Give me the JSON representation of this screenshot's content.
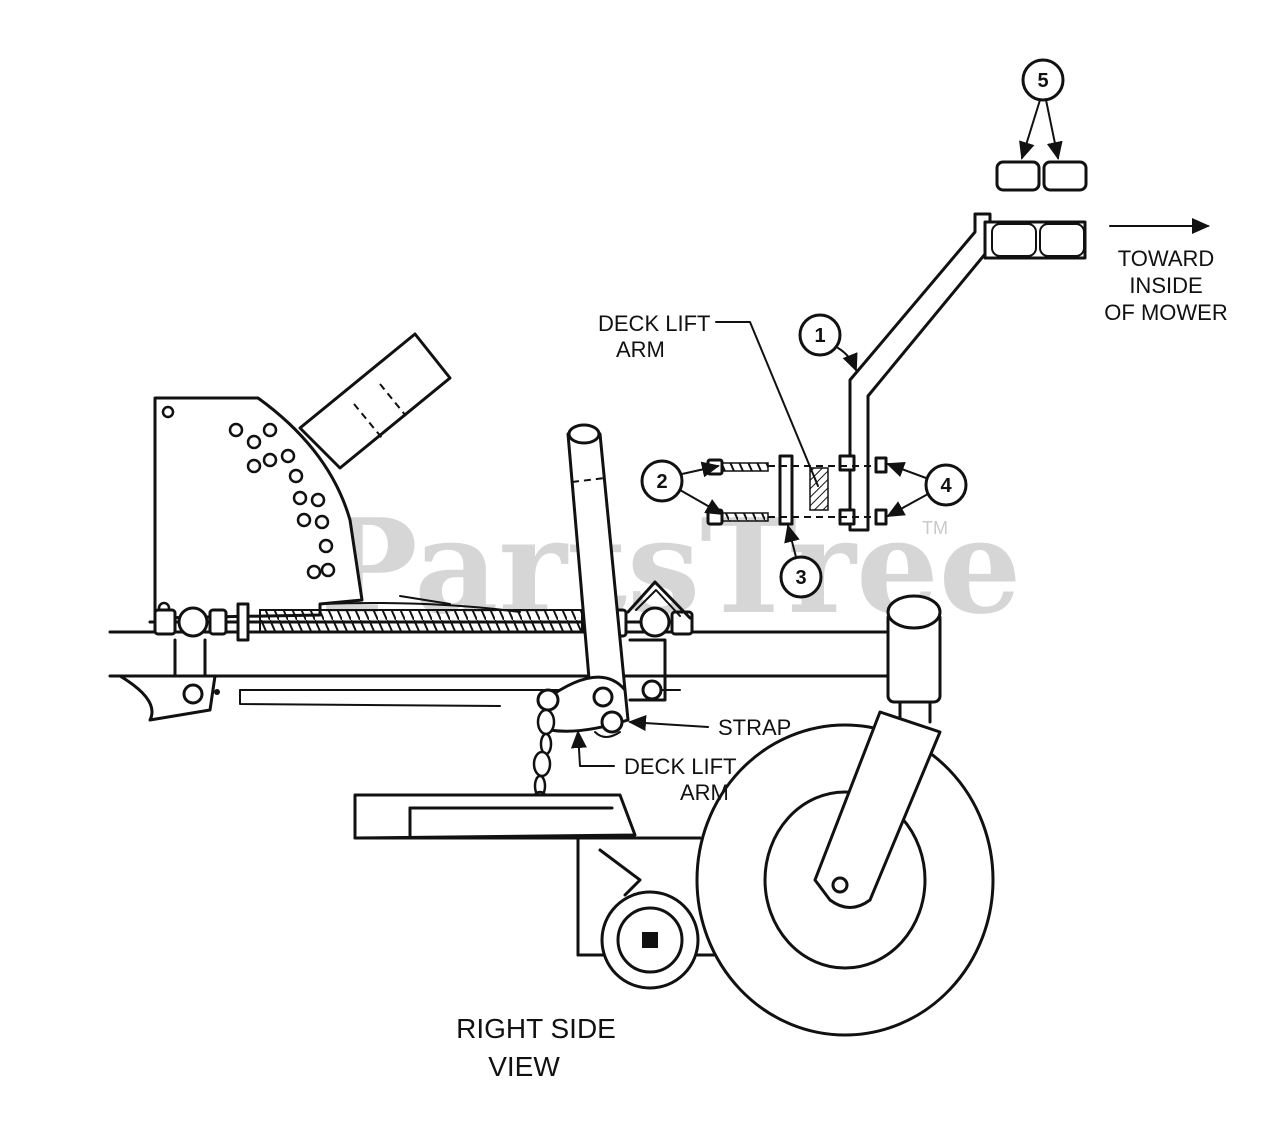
{
  "watermark": {
    "text": "PartsTree",
    "tm": "TM"
  },
  "callouts": [
    {
      "id": "1",
      "text": "1"
    },
    {
      "id": "2",
      "text": "2"
    },
    {
      "id": "3",
      "text": "3"
    },
    {
      "id": "4",
      "text": "4"
    },
    {
      "id": "5",
      "text": "5"
    }
  ],
  "labels": {
    "deck_lift_arm_top": [
      "DECK LIFT",
      "ARM"
    ],
    "deck_lift_arm_bottom": [
      "DECK LIFT",
      "ARM"
    ],
    "strap": "STRAP",
    "toward": [
      "TOWARD",
      "INSIDE",
      "OF MOWER"
    ],
    "view": [
      "RIGHT SIDE",
      "VIEW"
    ]
  }
}
